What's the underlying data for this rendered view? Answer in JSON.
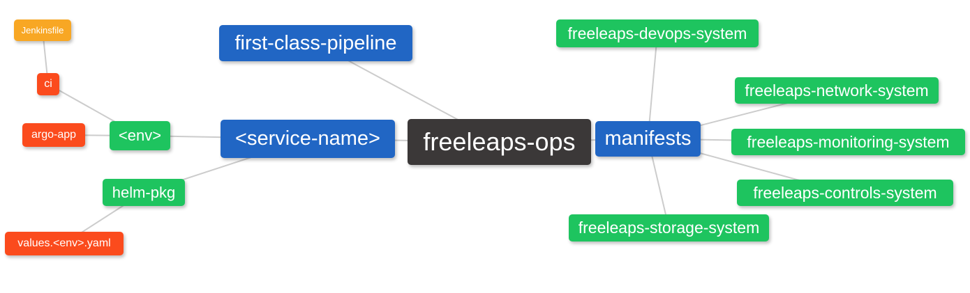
{
  "palette": {
    "blue": "#2166C4",
    "green": "#1EC45F",
    "red": "#FB4B1D",
    "orange": "#F8A724",
    "dark": "#3B3838",
    "edge": "#CCCCCC",
    "canvas": "#FFFFFF",
    "text": "#FFFFFF"
  },
  "mindmap": {
    "root": "freeleaps-ops",
    "nodes": {
      "freeleaps_ops": {
        "label": "freeleaps-ops"
      },
      "first_class_pipeline": {
        "label": "first-class-pipeline",
        "parent": "freeleaps-ops"
      },
      "service_name": {
        "label": "<service-name>",
        "parent": "freeleaps-ops"
      },
      "manifests": {
        "label": "manifests",
        "parent": "freeleaps-ops"
      },
      "env": {
        "label": "<env>",
        "parent": "<service-name>"
      },
      "helm_pkg": {
        "label": "helm-pkg",
        "parent": "<service-name>"
      },
      "ci": {
        "label": "ci",
        "parent": "<env>"
      },
      "argo_app": {
        "label": "argo-app",
        "parent": "<env>"
      },
      "jenkinsfile": {
        "label": "Jenkinsfile",
        "parent": "ci"
      },
      "values_env_yaml": {
        "label": "values.<env>.yaml",
        "parent": "helm-pkg"
      },
      "devops_system": {
        "label": "freeleaps-devops-system",
        "parent": "manifests"
      },
      "network_system": {
        "label": "freeleaps-network-system",
        "parent": "manifests"
      },
      "monitoring_system": {
        "label": "freeleaps-monitoring-system",
        "parent": "manifests"
      },
      "controls_system": {
        "label": "freeleaps-controls-system",
        "parent": "manifests"
      },
      "storage_system": {
        "label": "freeleaps-storage-system",
        "parent": "manifests"
      }
    }
  }
}
